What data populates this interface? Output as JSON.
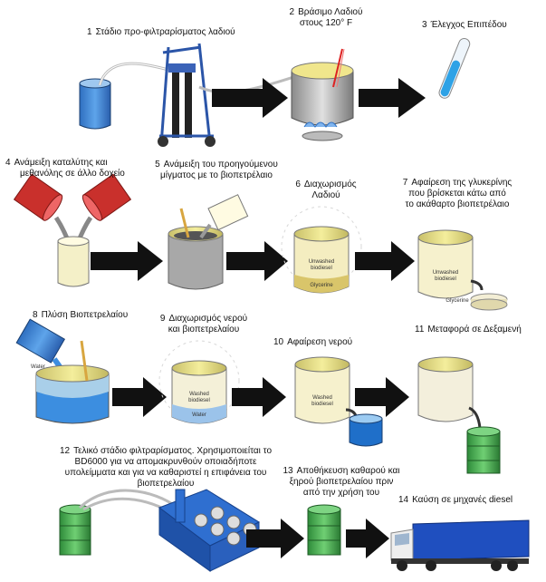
{
  "steps": [
    {
      "num": "1",
      "text": "Στάδιο προ-φιλτραρίσματος λαδιού"
    },
    {
      "num": "2",
      "line1": "Βράσιμο Λαδιού",
      "line2": "στους 120° F"
    },
    {
      "num": "3",
      "text": "Έλεγχος Επιπέδου"
    },
    {
      "num": "4",
      "line1": "Ανάμειξη καταλύτης και",
      "line2": "μεθανόλης σε άλλο δοχείο"
    },
    {
      "num": "5",
      "line1": "Ανάμειξη του προηγούμενου",
      "line2": "μίγματος με το βιοπετρέλαιο"
    },
    {
      "num": "6",
      "line1": "Διαχωρισμός",
      "line2": "Λαδιού"
    },
    {
      "num": "7",
      "line1": "Αφαίρεση της γλυκερίνης",
      "line2": "που βρίσκεται κάτω από",
      "line3": "το ακάθαρτο βιοπετρέλαιο"
    },
    {
      "num": "8",
      "text": "Πλύση Βιοπετρελαίου"
    },
    {
      "num": "9",
      "line1": "Διαχωρισμός νερού",
      "line2": "και βιοπετρελαίου"
    },
    {
      "num": "10",
      "text": "Αφαίρεση νερού"
    },
    {
      "num": "11",
      "text": "Μεταφορά σε Δεξαμενή"
    },
    {
      "num": "12",
      "line1": "Τελικό στάδιο φιλτραρίσματος. Χρησιμοποιείται το",
      "line2": "BD6000 για να απομακρυνθούν οποιαδήποτε",
      "line3": "υπολείμματα και για να καθαριστεί η επιφάνεια του",
      "line4": "βιοπετρελαίου"
    },
    {
      "num": "13",
      "line1": "Αποθήκευση καθαρού και",
      "line2": "ξηρού βιοπετρελαίου πριν",
      "line3": "από την χρήση του"
    },
    {
      "num": "14",
      "text": "Καύση σε μηχανές diesel"
    }
  ],
  "vessel_labels": {
    "unwashed_1": "Unwashed",
    "biodiesel_1": "biodiesel",
    "glycerine_1": "Glycerine",
    "unwashed_2": "Unwashed",
    "biodiesel_2": "biodiesel",
    "glycerine_2": "Glycerine",
    "water_8": "Water",
    "washed_9": "Washed",
    "biodiesel_9": "biodiesel",
    "water_9": "Water",
    "washed_10": "Washed",
    "biodiesel_10": "biodiesel"
  },
  "colors": {
    "arrow": "#111111",
    "oil_yellow": "#e8e08a",
    "cream": "#f5f0d2",
    "water_blue": "#1f7fd6",
    "grey_liquid": "#9a9a9a",
    "red_bucket": "#c9302c",
    "drum_green": "#4caf50",
    "truck_blue": "#1f4fbf"
  }
}
